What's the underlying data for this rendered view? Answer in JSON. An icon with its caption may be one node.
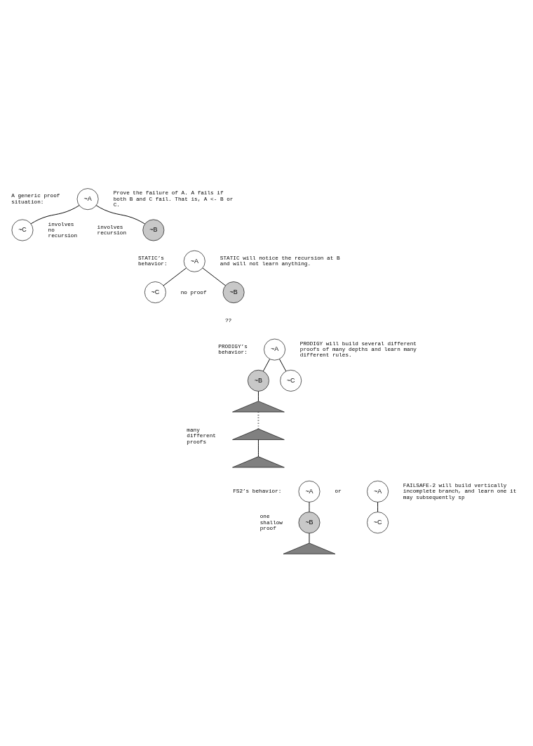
{
  "diagram": {
    "nodes": [
      {
        "text": [
          "~A"
        ]
      },
      {
        "text": [
          "~B"
        ],
        "beside": [
          "involves recursion"
        ]
      },
      {
        "text": [
          "~C"
        ],
        "beside": [
          "involves no recursion"
        ]
      },
      {
        "text": [
          "~A"
        ]
      },
      {
        "text": [
          "~B"
        ],
        "beside": [
          "no proof",
          "??"
        ]
      },
      {
        "text": [
          "~C"
        ]
      },
      {
        "text": [
          "~A"
        ]
      },
      {
        "text": [
          "~B"
        ]
      },
      {
        "text": [
          "~C"
        ]
      },
      {
        "text": [],
        "shape": "triangle"
      },
      {
        "text": [],
        "shape": "triangle",
        "beside": [
          "many different proofs"
        ]
      },
      {
        "text": [],
        "shape": "triangle"
      },
      {
        "text": [
          "~A"
        ]
      },
      {
        "text": [
          "~B"
        ],
        "beside": [
          "one shallow proof"
        ]
      },
      {
        "text": [],
        "shape": "triangle"
      },
      {
        "text": [
          "~A"
        ]
      },
      {
        "text": [
          "~C"
        ]
      }
    ],
    "edges": [
      {
        "from": 0,
        "to": 1,
        "arrow": "none"
      },
      {
        "from": 0,
        "to": 2,
        "arrow": "none"
      },
      {
        "from": 3,
        "to": 4,
        "arrow": "none"
      },
      {
        "from": 3,
        "to": 5,
        "arrow": "none"
      },
      {
        "from": 6,
        "to": 7,
        "arrow": "none"
      },
      {
        "from": 6,
        "to": 8,
        "arrow": "none"
      },
      {
        "from": 7,
        "to": 9,
        "arrow": "none"
      },
      {
        "from": 9,
        "to": 10,
        "arrow": "none",
        "style": "dashed"
      },
      {
        "from": 10,
        "to": 11,
        "arrow": "none"
      },
      {
        "from": 12,
        "to": 13,
        "arrow": "none"
      },
      {
        "from": 13,
        "to": 14,
        "arrow": "none"
      },
      {
        "from": 15,
        "to": 16,
        "arrow": "none"
      }
    ],
    "labels": [
      "A generic proof situation:",
      "Prove the failure of A. A fails if both B and C fail. That is, A <- B or C.",
      "STATIC’s behavior:",
      "STATIC will notice the recursion at B and will not learn anything.",
      "PRODIGY’s behavior:",
      "PRODIGY will build several different proofs of many depths and learn many different rules.",
      "FS2’s behavior:",
      "or",
      "FAILSAFE-2 will build vertically incomplete branch, and learn one it may subsequently sp"
    ]
  }
}
